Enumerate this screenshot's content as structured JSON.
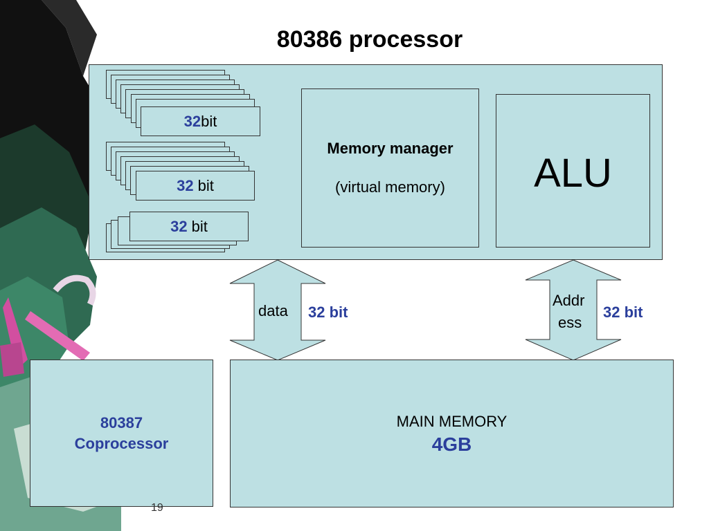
{
  "slide": {
    "title": "80386 processor",
    "page_number": "19"
  },
  "registers": {
    "group1": {
      "value": "32",
      "unit": "bit"
    },
    "group2": {
      "value": "32",
      "unit": " bit"
    },
    "group3": {
      "value": "32",
      "unit": " bit"
    }
  },
  "memory_manager": {
    "title": "Memory manager",
    "subtitle": "(virtual memory)"
  },
  "alu": {
    "label": "ALU"
  },
  "buses": {
    "data_label": "data",
    "data_width": "32 bit",
    "address_label_line1": "Addr",
    "address_label_line2": "ess",
    "address_width": "32 bit"
  },
  "coprocessor": {
    "line1": "80387",
    "line2": "Coprocessor"
  },
  "main_memory": {
    "label": "MAIN MEMORY",
    "size": "4GB"
  },
  "colors": {
    "box_fill": "#bde0e3",
    "accent_blue": "#2b3f9c"
  }
}
